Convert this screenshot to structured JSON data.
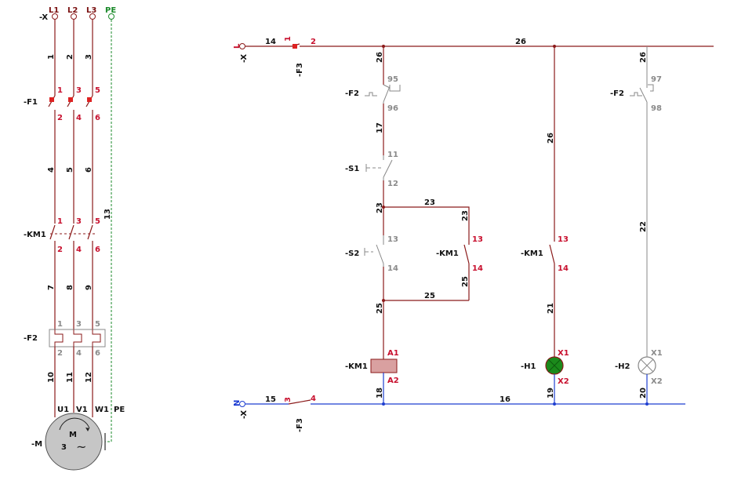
{
  "power": {
    "terminal": "-X",
    "phases": [
      "L1",
      "L2",
      "L3",
      "PE"
    ],
    "wires_top": [
      "1",
      "2",
      "3"
    ],
    "fuse_tag": "-F1",
    "fuse_in": [
      "1",
      "3",
      "5"
    ],
    "fuse_out": [
      "2",
      "4",
      "6"
    ],
    "wires_mid": [
      "4",
      "5",
      "6"
    ],
    "pe_wire": "13",
    "contactor_tag": "-KM1",
    "km_in": [
      "1",
      "3",
      "5"
    ],
    "km_out": [
      "2",
      "4",
      "6"
    ],
    "wires_low": [
      "7",
      "8",
      "9"
    ],
    "ol_tag": "-F2",
    "ol_in": [
      "1",
      "3",
      "5"
    ],
    "ol_out": [
      "2",
      "4",
      "6"
    ],
    "wires_motor": [
      "10",
      "11",
      "12"
    ],
    "motor_terms": [
      "U1",
      "V1",
      "W1",
      "PE"
    ],
    "motor_tag": "-M",
    "motor_symbol": "M",
    "motor_phases": "3",
    "motor_ac": "~"
  },
  "control": {
    "top_terminal": "-X",
    "top_terminal_num": "L",
    "top_wire_left": "14",
    "top_fuse_tag": "-F3",
    "top_fuse_pins": [
      "1",
      "2"
    ],
    "top_bus_wire": "26",
    "bot_terminal": "-X",
    "bot_terminal_num": "N",
    "bot_wire_left": "15",
    "bot_fuse_tag": "-F3",
    "bot_fuse_pins": [
      "3",
      "4"
    ],
    "bot_bus_wire": "16",
    "branch1": {
      "wire_top": "26",
      "f2_tag": "-F2",
      "f2_pins": [
        "95",
        "96"
      ],
      "wire_a": "17",
      "s1_tag": "-S1",
      "s1_pins": [
        "11",
        "12"
      ],
      "wire_b": "23",
      "wire_b_top": "23",
      "wire_b_right": "23",
      "s2_tag": "-S2",
      "s2_pins": [
        "13",
        "14"
      ],
      "km_tag": "-KM1",
      "km_pins": [
        "13",
        "14"
      ],
      "wire_c": "25",
      "wire_c_bottom": "25",
      "wire_c_right": "25",
      "coil_tag": "-KM1",
      "coil_pins": [
        "A1",
        "A2"
      ],
      "wire_bottom": "18"
    },
    "branch2": {
      "wire_top": "26",
      "km_tag": "-KM1",
      "km_pins": [
        "13",
        "14"
      ],
      "wire_mid": "21",
      "lamp_tag": "-H1",
      "lamp_pins": [
        "X1",
        "X2"
      ],
      "wire_bottom": "19"
    },
    "branch3": {
      "wire_top": "26",
      "f2_tag": "-F2",
      "f2_pins": [
        "97",
        "98"
      ],
      "wire_mid": "22",
      "lamp_tag": "-H2",
      "lamp_pins": [
        "X1",
        "X2"
      ],
      "wire_bottom": "20"
    }
  }
}
